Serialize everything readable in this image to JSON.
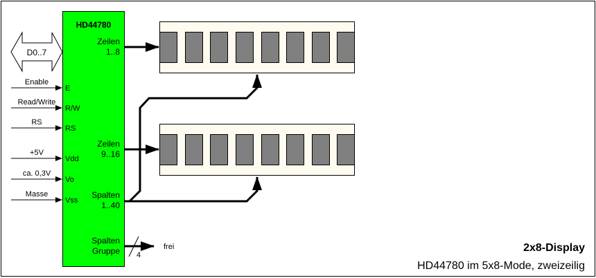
{
  "chip": {
    "name": "HD44780",
    "color": "#00ff00",
    "inputs": [
      {
        "signal": "Enable",
        "pin": "E"
      },
      {
        "signal": "Read/Write",
        "pin": "R/W"
      },
      {
        "signal": "RS",
        "pin": "RS"
      },
      {
        "signal": "+5V",
        "pin": "Vdd"
      },
      {
        "signal": "ca. 0,3V",
        "pin": "Vo"
      },
      {
        "signal": "Masse",
        "pin": "Vss"
      }
    ],
    "bus": "D0..7",
    "outputs": [
      {
        "line1": "Zeilen",
        "line2": "1..8"
      },
      {
        "line1": "Zeilen",
        "line2": "9..16"
      },
      {
        "line1": "Spalten",
        "line2": "1..40"
      },
      {
        "line1": "Spalten",
        "line2": "Gruppe"
      }
    ],
    "group_width": "4",
    "group_target": "frei"
  },
  "displays": {
    "rows": 2,
    "chars_per_row": 8,
    "bg": "#fffbf0",
    "cell": "#808080"
  },
  "caption": {
    "title": "2x8-Display",
    "subtitle": "HD44780 im 5x8-Mode, zweizeilig"
  }
}
